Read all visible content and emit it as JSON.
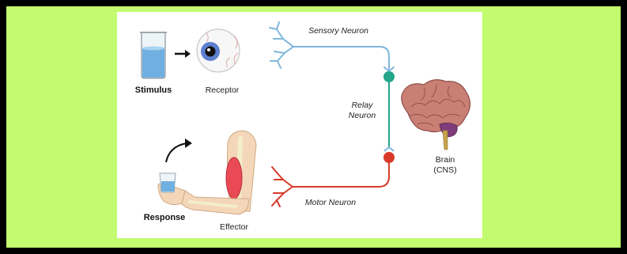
{
  "diagram": {
    "labels": {
      "stimulus": "Stimulus",
      "receptor": "Receptor",
      "sensory_neuron": "Sensory Neuron",
      "relay_neuron_line1": "Relay",
      "relay_neuron_line2": "Neuron",
      "brain_line1": "Brain",
      "brain_line2": "(CNS)",
      "motor_neuron": "Motor Neuron",
      "response": "Response",
      "effector": "Effector"
    },
    "colors": {
      "background": "#c2fb6f",
      "sensory_neuron": "#7fb6dc",
      "relay_neuron": "#23a58a",
      "motor_neuron": "#d83a2a",
      "water": "#6fb0e0",
      "muscle": "#ea4a55"
    },
    "icons": [
      "beaker-icon",
      "arrow-right-icon",
      "eye-icon",
      "brain-icon",
      "arm-icon",
      "curved-arrow-icon"
    ]
  }
}
